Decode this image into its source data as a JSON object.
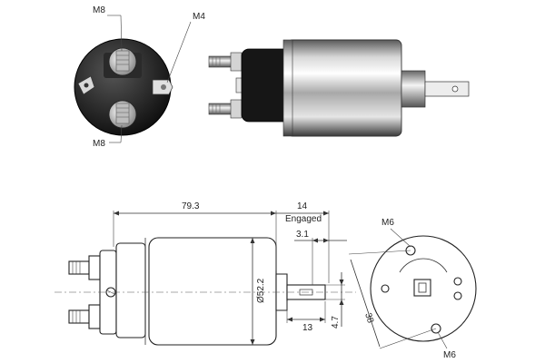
{
  "photo_labels": {
    "m8_top": "M8",
    "m4": "M4",
    "m8_bottom": "M8"
  },
  "drawing_labels": {
    "length": "79.3",
    "stroke": "14",
    "engaged": "Engaged",
    "offset": "3.1",
    "diameter": "Ø52.2",
    "plunger_len": "13",
    "plunger_dim": "4.7",
    "m6_top": "M6",
    "m6_bottom": "M6",
    "bolt_circle": "38"
  },
  "colors": {
    "metal_dark": "#1c1c1c",
    "chrome_light": "#f2f2f2",
    "chrome_mid": "#9a9a9a",
    "chrome_dark": "#4a4a4a",
    "brass": "#c9b27a"
  }
}
